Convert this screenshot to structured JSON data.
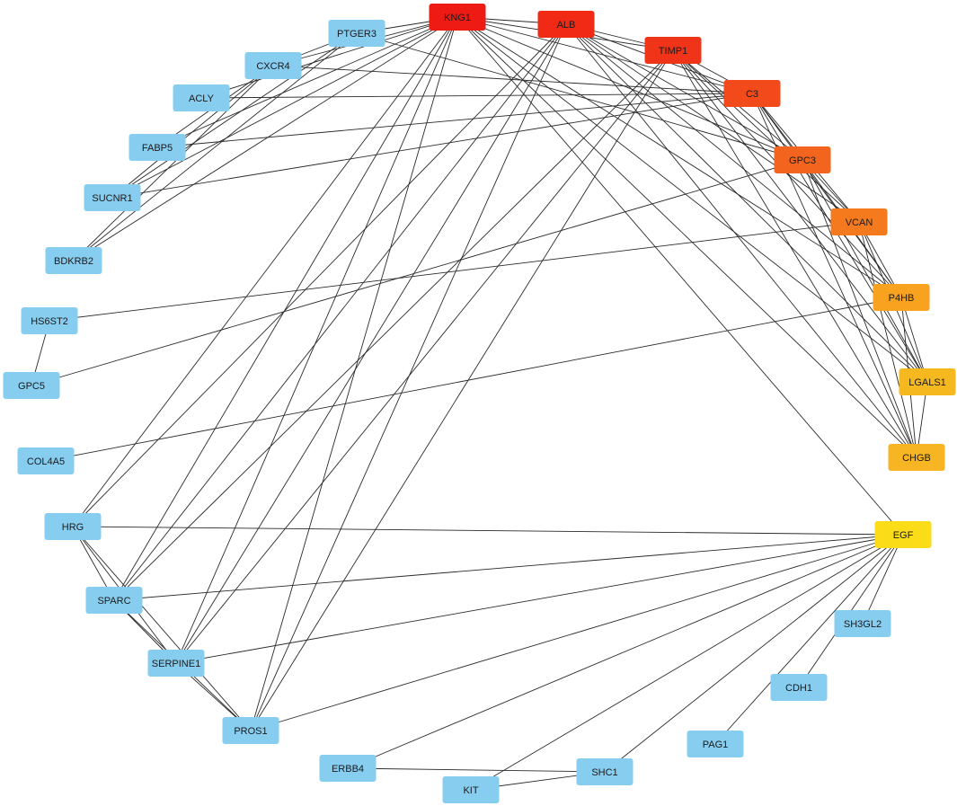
{
  "network": {
    "nodes": [
      {
        "id": "KNG1",
        "name": "gene-node-kng1",
        "label": "KNG1",
        "color": "#ee1a14"
      },
      {
        "id": "ALB",
        "name": "gene-node-alb",
        "label": "ALB",
        "color": "#f12a16"
      },
      {
        "id": "TIMP1",
        "name": "gene-node-timp1",
        "label": "TIMP1",
        "color": "#f0341a"
      },
      {
        "id": "C3",
        "name": "gene-node-c3",
        "label": "C3",
        "color": "#f24a1a"
      },
      {
        "id": "GPC3",
        "name": "gene-node-gpc3",
        "label": "GPC3",
        "color": "#f3651e"
      },
      {
        "id": "VCAN",
        "name": "gene-node-vcan",
        "label": "VCAN",
        "color": "#f57a1e"
      },
      {
        "id": "P4HB",
        "name": "gene-node-p4hb",
        "label": "P4HB",
        "color": "#f8a21f"
      },
      {
        "id": "LGALS1",
        "name": "gene-node-lgals1",
        "label": "LGALS1",
        "color": "#f6b81f"
      },
      {
        "id": "CHGB",
        "name": "gene-node-chgb",
        "label": "CHGB",
        "color": "#f7b523"
      },
      {
        "id": "EGF",
        "name": "gene-node-egf",
        "label": "EGF",
        "color": "#fbdc18"
      },
      {
        "id": "SH3GL2",
        "name": "gene-node-sh3gl2",
        "label": "SH3GL2",
        "color": "#87cdf0"
      },
      {
        "id": "CDH1",
        "name": "gene-node-cdh1",
        "label": "CDH1",
        "color": "#87cdf0"
      },
      {
        "id": "PAG1",
        "name": "gene-node-pag1",
        "label": "PAG1",
        "color": "#87cdf0"
      },
      {
        "id": "SHC1",
        "name": "gene-node-shc1",
        "label": "SHC1",
        "color": "#87cdf0"
      },
      {
        "id": "KIT",
        "name": "gene-node-kit",
        "label": "KIT",
        "color": "#87cdf0"
      },
      {
        "id": "ERBB4",
        "name": "gene-node-erbb4",
        "label": "ERBB4",
        "color": "#87cdf0"
      },
      {
        "id": "PROS1",
        "name": "gene-node-pros1",
        "label": "PROS1",
        "color": "#87cdf0"
      },
      {
        "id": "SERPINE1",
        "name": "gene-node-serpine1",
        "label": "SERPINE1",
        "color": "#87cdf0"
      },
      {
        "id": "SPARC",
        "name": "gene-node-sparc",
        "label": "SPARC",
        "color": "#87cdf0"
      },
      {
        "id": "HRG",
        "name": "gene-node-hrg",
        "label": "HRG",
        "color": "#87cdf0"
      },
      {
        "id": "COL4A5",
        "name": "gene-node-col4a5",
        "label": "COL4A5",
        "color": "#87cdf0"
      },
      {
        "id": "GPC5",
        "name": "gene-node-gpc5",
        "label": "GPC5",
        "color": "#87cdf0"
      },
      {
        "id": "HS6ST2",
        "name": "gene-node-hs6st2",
        "label": "HS6ST2",
        "color": "#87cdf0"
      },
      {
        "id": "BDKRB2",
        "name": "gene-node-bdkrb2",
        "label": "BDKRB2",
        "color": "#87cdf0"
      },
      {
        "id": "SUCNR1",
        "name": "gene-node-sucnr1",
        "label": "SUCNR1",
        "color": "#87cdf0"
      },
      {
        "id": "FABP5",
        "name": "gene-node-fabp5",
        "label": "FABP5",
        "color": "#87cdf0"
      },
      {
        "id": "ACLY",
        "name": "gene-node-acly",
        "label": "ACLY",
        "color": "#87cdf0"
      },
      {
        "id": "CXCR4",
        "name": "gene-node-cxcr4",
        "label": "CXCR4",
        "color": "#87cdf0"
      },
      {
        "id": "PTGER3",
        "name": "gene-node-ptger3",
        "label": "PTGER3",
        "color": "#87cdf0"
      }
    ],
    "edges": [
      [
        "KNG1",
        "ALB"
      ],
      [
        "KNG1",
        "TIMP1"
      ],
      [
        "KNG1",
        "C3"
      ],
      [
        "KNG1",
        "GPC3"
      ],
      [
        "KNG1",
        "P4HB"
      ],
      [
        "KNG1",
        "LGALS1"
      ],
      [
        "KNG1",
        "CHGB"
      ],
      [
        "KNG1",
        "EGF"
      ],
      [
        "KNG1",
        "PTGER3"
      ],
      [
        "KNG1",
        "CXCR4"
      ],
      [
        "KNG1",
        "ACLY"
      ],
      [
        "KNG1",
        "FABP5"
      ],
      [
        "KNG1",
        "SUCNR1"
      ],
      [
        "KNG1",
        "BDKRB2"
      ],
      [
        "KNG1",
        "HRG"
      ],
      [
        "KNG1",
        "SPARC"
      ],
      [
        "KNG1",
        "SERPINE1"
      ],
      [
        "KNG1",
        "PROS1"
      ],
      [
        "ALB",
        "TIMP1"
      ],
      [
        "ALB",
        "C3"
      ],
      [
        "ALB",
        "GPC3"
      ],
      [
        "ALB",
        "VCAN"
      ],
      [
        "ALB",
        "P4HB"
      ],
      [
        "ALB",
        "LGALS1"
      ],
      [
        "ALB",
        "CHGB"
      ],
      [
        "ALB",
        "HRG"
      ],
      [
        "ALB",
        "SPARC"
      ],
      [
        "ALB",
        "SERPINE1"
      ],
      [
        "ALB",
        "PROS1"
      ],
      [
        "TIMP1",
        "C3"
      ],
      [
        "TIMP1",
        "GPC3"
      ],
      [
        "TIMP1",
        "VCAN"
      ],
      [
        "TIMP1",
        "P4HB"
      ],
      [
        "TIMP1",
        "LGALS1"
      ],
      [
        "TIMP1",
        "CHGB"
      ],
      [
        "TIMP1",
        "SPARC"
      ],
      [
        "TIMP1",
        "SERPINE1"
      ],
      [
        "TIMP1",
        "PROS1"
      ],
      [
        "C3",
        "GPC3"
      ],
      [
        "C3",
        "VCAN"
      ],
      [
        "C3",
        "P4HB"
      ],
      [
        "C3",
        "LGALS1"
      ],
      [
        "C3",
        "CHGB"
      ],
      [
        "C3",
        "CXCR4"
      ],
      [
        "C3",
        "ACLY"
      ],
      [
        "C3",
        "FABP5"
      ],
      [
        "C3",
        "SUCNR1"
      ],
      [
        "GPC3",
        "VCAN"
      ],
      [
        "GPC3",
        "P4HB"
      ],
      [
        "GPC3",
        "LGALS1"
      ],
      [
        "GPC3",
        "CHGB"
      ],
      [
        "GPC3",
        "PTGER3"
      ],
      [
        "GPC3",
        "GPC5"
      ],
      [
        "VCAN",
        "P4HB"
      ],
      [
        "VCAN",
        "LGALS1"
      ],
      [
        "VCAN",
        "CHGB"
      ],
      [
        "VCAN",
        "HS6ST2"
      ],
      [
        "P4HB",
        "LGALS1"
      ],
      [
        "P4HB",
        "CHGB"
      ],
      [
        "P4HB",
        "COL4A5"
      ],
      [
        "LGALS1",
        "CHGB"
      ],
      [
        "PTGER3",
        "SUCNR1"
      ],
      [
        "PTGER3",
        "BDKRB2"
      ],
      [
        "CXCR4",
        "SUCNR1"
      ],
      [
        "CXCR4",
        "BDKRB2"
      ],
      [
        "CXCR4",
        "PTGER3"
      ],
      [
        "FABP5",
        "CXCR4"
      ],
      [
        "HS6ST2",
        "GPC5"
      ],
      [
        "HRG",
        "SPARC"
      ],
      [
        "HRG",
        "SERPINE1"
      ],
      [
        "HRG",
        "PROS1"
      ],
      [
        "HRG",
        "EGF"
      ],
      [
        "SPARC",
        "SERPINE1"
      ],
      [
        "SPARC",
        "PROS1"
      ],
      [
        "SERPINE1",
        "PROS1"
      ],
      [
        "SPARC",
        "EGF"
      ],
      [
        "SERPINE1",
        "EGF"
      ],
      [
        "PROS1",
        "EGF"
      ],
      [
        "EGF",
        "SH3GL2"
      ],
      [
        "EGF",
        "CDH1"
      ],
      [
        "EGF",
        "PAG1"
      ],
      [
        "EGF",
        "SHC1"
      ],
      [
        "EGF",
        "KIT"
      ],
      [
        "EGF",
        "ERBB4"
      ],
      [
        "ERBB4",
        "SHC1"
      ],
      [
        "KIT",
        "SHC1"
      ]
    ]
  }
}
